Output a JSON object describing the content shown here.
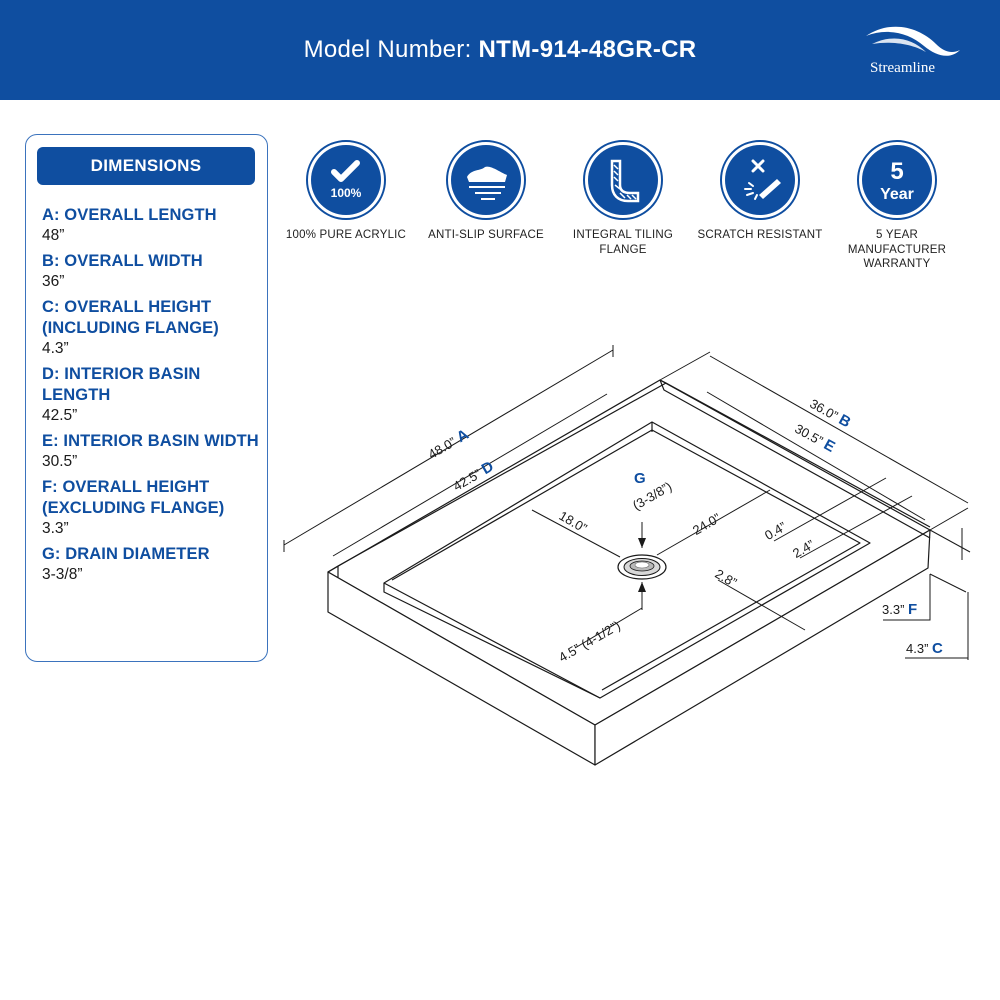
{
  "header": {
    "model_prefix": "Model Number: ",
    "model_number": "NTM-914-48GR-CR",
    "brand": "Streamline"
  },
  "dimensions_panel": {
    "title": "DIMENSIONS",
    "items": [
      {
        "label": "A: OVERALL LENGTH",
        "value": "48”"
      },
      {
        "label": "B: OVERALL WIDTH",
        "value": "36”"
      },
      {
        "label": "C: OVERALL HEIGHT (INCLUDING FLANGE)",
        "value": "4.3”"
      },
      {
        "label": "D: INTERIOR BASIN LENGTH",
        "value": "42.5”"
      },
      {
        "label": "E: INTERIOR BASIN WIDTH",
        "value": "30.5”"
      },
      {
        "label": "F: OVERALL HEIGHT (EXCLUDING FLANGE)",
        "value": "3.3”"
      },
      {
        "label": "G: DRAIN DIAMETER",
        "value": "3-3/8”"
      }
    ]
  },
  "features": [
    {
      "icon": "check-100-icon",
      "badge": "100%",
      "label": "100% PURE ACRYLIC"
    },
    {
      "icon": "anti-slip-shoe-icon",
      "label": "ANTI-SLIP SURFACE"
    },
    {
      "icon": "tiling-flange-icon",
      "label": "INTEGRAL TILING FLANGE"
    },
    {
      "icon": "scratch-resistant-icon",
      "label": "SCRATCH RESISTANT"
    },
    {
      "icon": "warranty-5-year-icon",
      "badge_number": "5",
      "badge_text": "Year",
      "label": "5 YEAR MANUFACTURER WARRANTY"
    }
  ],
  "diagram": {
    "labels": {
      "a_value": "48.0”",
      "a_letter": "A",
      "d_value": "42.5”",
      "d_letter": "D",
      "b_value": "36.0”",
      "b_letter": "B",
      "e_value": "30.5”",
      "e_letter": "E",
      "g_letter": "G",
      "g_value": "(3-3/8”)",
      "drain_to_side": "18.0”",
      "drain_to_back": "24.0”",
      "flange_gap": "0.4”",
      "flange_width": "2.4”",
      "rim_width": "2.8”",
      "drain_offset": "4.5” (4-1/2”)",
      "f_value": "3.3”",
      "f_letter": "F",
      "c_value": "4.3”",
      "c_letter": "C"
    }
  },
  "colors": {
    "brand_blue": "#0f4ea0",
    "panel_border": "#3b73bd"
  }
}
